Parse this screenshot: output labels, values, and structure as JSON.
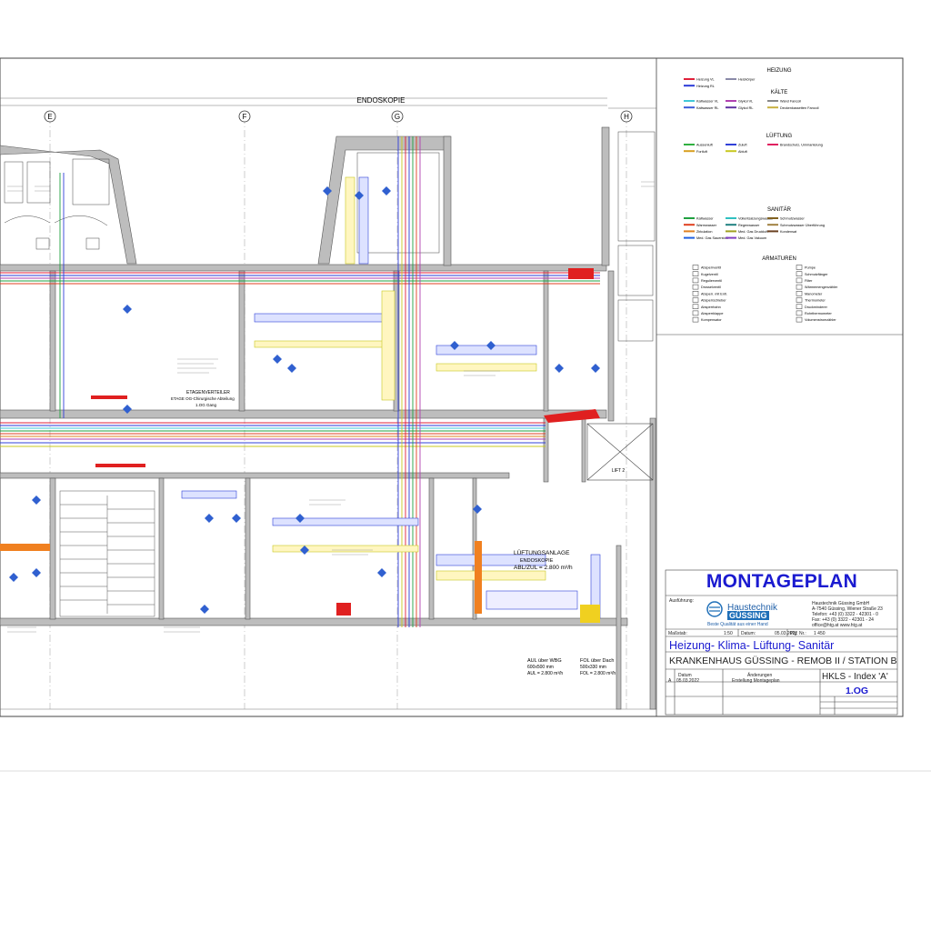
{
  "header": {
    "room_title": "ENDOSKOPIE",
    "axes": [
      "E",
      "F",
      "G",
      "H"
    ]
  },
  "legend": {
    "sections": [
      {
        "title": "HEIZUNG",
        "items": [
          {
            "label": "Heizung VL",
            "color": "#e0203a"
          },
          {
            "label": "Heizung RL",
            "color": "#2a3ad8"
          },
          {
            "label": "Heizkörper",
            "color": "#8a8aa8"
          }
        ]
      },
      {
        "title": "KÄLTE",
        "items": [
          {
            "label": "Kaltwasser VL",
            "color": "#40c8d8"
          },
          {
            "label": "Kaltwasser RL",
            "color": "#3a5ad8"
          },
          {
            "label": "Glykol VL",
            "color": "#b040b0"
          },
          {
            "label": "Glykol RL",
            "color": "#6030a0"
          },
          {
            "label": "Wand Fancoil",
            "color": "#888888"
          },
          {
            "label": "Deckenkassetten Fancoil",
            "color": "#c8b040"
          }
        ]
      },
      {
        "title": "LÜFTUNG",
        "items": [
          {
            "label": "Aussenluft",
            "color": "#30b040"
          },
          {
            "label": "Fortluft",
            "color": "#d8a020"
          },
          {
            "label": "Zuluft",
            "color": "#3040d8"
          },
          {
            "label": "Abluft",
            "color": "#c8c820"
          },
          {
            "label": "Brandschutz, Ummantelung",
            "color": "#e02060"
          }
        ]
      },
      {
        "title": "SANITÄR",
        "items": [
          {
            "label": "Kaltwasser",
            "color": "#20a040"
          },
          {
            "label": "Warmwasser",
            "color": "#e04020"
          },
          {
            "label": "Zirkulation",
            "color": "#e08020"
          },
          {
            "label": "Med. Gas Sauerstoff",
            "color": "#2060e0"
          },
          {
            "label": "Vollentsalzungswasser",
            "color": "#30c0c0"
          },
          {
            "label": "Regenwasser",
            "color": "#208080"
          },
          {
            "label": "Med. Gas Druckluft",
            "color": "#a0a020"
          },
          {
            "label": "Med. Gas Vakuum",
            "color": "#8040c0"
          },
          {
            "label": "Schmutzwasser",
            "color": "#806020"
          },
          {
            "label": "Schmutzwasser Überführung",
            "color": "#a08040"
          },
          {
            "label": "Kondensat",
            "color": "#6a4020"
          }
        ]
      },
      {
        "title": "ARMATUREN",
        "items": [
          {
            "label": "Absperrventil"
          },
          {
            "label": "Kugelventil"
          },
          {
            "label": "Regulierventil"
          },
          {
            "label": "Drosselventil"
          },
          {
            "label": "Absperr. mit Entl."
          },
          {
            "label": "Absperrschieber"
          },
          {
            "label": "Absperrhahn"
          },
          {
            "label": "Absperrklappe"
          },
          {
            "label": "Kompensator"
          },
          {
            "label": "Pumpe"
          },
          {
            "label": "Schmutzfänger"
          },
          {
            "label": "Filter"
          },
          {
            "label": "Wärmemengenzähler"
          },
          {
            "label": "Manometer"
          },
          {
            "label": "Thermometer"
          },
          {
            "label": "Druckminderer"
          },
          {
            "label": "Rohrthermometer"
          },
          {
            "label": "Volumenstromzähler"
          }
        ]
      }
    ]
  },
  "title_block": {
    "title": "MONTAGEPLAN",
    "ausfuehrung_label": "Ausführung:",
    "company_name": "Haustechnik",
    "company_name2": "GÜSSING",
    "company_tag": "Beste Qualität aus einer Hand",
    "company_address": [
      "Haustechnik Güssing GmbH",
      "A-7540 Güssing, Wiener Straße 23",
      "Telefon: +43 (0) 3322 - 42301 - 0",
      "Fax: +43 (0) 3322 - 42301 - 24",
      "office@htg.at  www.htg.at"
    ],
    "massstab_label": "Maßstab:",
    "massstab": "1:50",
    "datum_label": "Datum:",
    "datum": "05.03.2022",
    "plan_label": "Plg. Nr.:",
    "plan_nr": "1 450",
    "discipline": "Heizung- Klima- Lüftung- Sanitär",
    "project": "KRANKENHAUS GÜSSING - REMOB II / STATION B",
    "index": "HKLS - Index 'A'",
    "floor": "1.OG",
    "change_header": [
      "Datum",
      "Änderungen"
    ],
    "change_row": [
      "A",
      "05.03.2022",
      "Erstellung Montageplan"
    ]
  },
  "plan_notes": {
    "ausl": "AUL über WBG",
    "ausl_dim": "600x500 mm",
    "ausl_flow": "AUL = 2.800 m³/h",
    "fol": "FOL über Dach",
    "fol_dim": "500x330 mm",
    "fol_flow": "FOL = 2.800 m³/h",
    "lueftungsanlage": "LÜFTUNGSANLAGE",
    "lueftung_sub": "ENDOSKOPIE",
    "lueftung_flow": "ABL/ZUL = 2.800 m³/h",
    "etage_verteiler": "ETAGENVERTEILER",
    "etage_sub": "ETAGE OG-Chirurgische Abteilung",
    "etage_sub2": "1.OG Gang",
    "lift": "LIFT 2"
  }
}
